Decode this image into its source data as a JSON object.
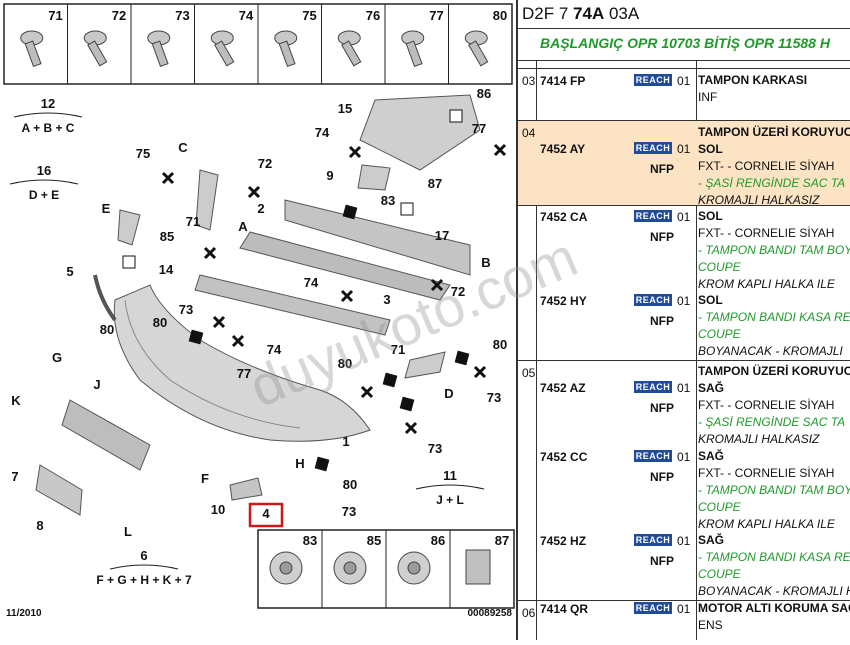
{
  "header": {
    "prefix": "D2F 7 ",
    "code_bold": "74A",
    "suffix": " 03A"
  },
  "range_text": "BAŞLANGIÇ OPR 10703 BİTİŞ OPR 11588 H",
  "watermark": "duyukoto.com",
  "diagram": {
    "top_strip": [
      "71",
      "72",
      "73",
      "74",
      "75",
      "76",
      "77",
      "80"
    ],
    "bottom_strip": [
      "83",
      "85",
      "86",
      "87"
    ],
    "sets": [
      {
        "num": "12",
        "formula": "A + B + C"
      },
      {
        "num": "16",
        "formula": "D + E"
      },
      {
        "num": "11",
        "formula": "J + L"
      },
      {
        "num": "6",
        "formula": "F + G + H + K + 7"
      }
    ],
    "callouts": [
      "86",
      "15",
      "74",
      "77",
      "75",
      "C",
      "72",
      "9",
      "87",
      "83",
      "E",
      "71",
      "2",
      "85",
      "A",
      "17",
      "5",
      "14",
      "B",
      "74",
      "72",
      "73",
      "80",
      "3",
      "74",
      "71",
      "G",
      "80",
      "77",
      "80",
      "80",
      "D",
      "73",
      "73",
      "J",
      "K",
      "1",
      "80",
      "73",
      "F",
      "7",
      "L",
      "10",
      "8",
      "H",
      "4"
    ],
    "highlighted": "4",
    "date": "11/2010",
    "doc_number": "00089258"
  },
  "groups": [
    {
      "num": "03",
      "rows": [
        {
          "ref": "7414 FP",
          "reach": "REACH",
          "qty": "01",
          "nfp": "",
          "lines": [
            {
              "t": "TAMPON KARKASI",
              "s": "t"
            },
            {
              "t": "INF",
              "s": ""
            }
          ]
        }
      ]
    },
    {
      "num": "04",
      "highlight": true,
      "rows": [
        {
          "ref": "7452 AY",
          "reach": "REACH",
          "qty": "01",
          "nfp": "NFP",
          "lines": [
            {
              "t": "TAMPON ÜZERİ KORUYUC",
              "s": "t"
            },
            {
              "t": "SOL",
              "s": "t"
            },
            {
              "t": "FXT- - CORNELIE SİYAH",
              "s": ""
            },
            {
              "t": "- ŞASİ RENGİNDE SAC TA",
              "s": "g"
            },
            {
              "t": "KROMAJLI HALKASIZ",
              "s": "k"
            }
          ]
        }
      ]
    },
    {
      "num": "",
      "rows": [
        {
          "ref": "7452 CA",
          "reach": "REACH",
          "qty": "01",
          "nfp": "NFP",
          "lines": [
            {
              "t": "SOL",
              "s": "t"
            },
            {
              "t": "FXT- - CORNELIE SİYAH",
              "s": ""
            },
            {
              "t": "- TAMPON BANDI TAM BOY",
              "s": "g"
            },
            {
              "t": "COUPE",
              "s": "g"
            },
            {
              "t": "KROM KAPLI HALKA ILE",
              "s": "k"
            }
          ]
        },
        {
          "ref": "7452 HY",
          "reach": "REACH",
          "qty": "01",
          "nfp": "NFP",
          "lines": [
            {
              "t": "SOL",
              "s": "t"
            },
            {
              "t": "- TAMPON BANDI KASA RE",
              "s": "g"
            },
            {
              "t": "COUPE",
              "s": "g"
            },
            {
              "t": "BOYANACAK - KROMAJLI",
              "s": "k"
            }
          ]
        }
      ]
    },
    {
      "num": "05",
      "rows": [
        {
          "ref": "7452 AZ",
          "reach": "REACH",
          "qty": "01",
          "nfp": "NFP",
          "lines": [
            {
              "t": "TAMPON ÜZERİ KORUYUC",
              "s": "t"
            },
            {
              "t": "SAĞ",
              "s": "t"
            },
            {
              "t": "FXT- - CORNELIE SİYAH",
              "s": ""
            },
            {
              "t": "- ŞASİ RENGİNDE SAC TA",
              "s": "g"
            },
            {
              "t": "KROMAJLI HALKASIZ",
              "s": "k"
            }
          ]
        },
        {
          "ref": "7452 CC",
          "reach": "REACH",
          "qty": "01",
          "nfp": "NFP",
          "lines": [
            {
              "t": "SAĞ",
              "s": "t"
            },
            {
              "t": "FXT- - CORNELIE SİYAH",
              "s": ""
            },
            {
              "t": "- TAMPON BANDI TAM BOY",
              "s": "g"
            },
            {
              "t": "COUPE",
              "s": "g"
            },
            {
              "t": "KROM KAPLI HALKA ILE",
              "s": "k"
            }
          ]
        },
        {
          "ref": "7452 HZ",
          "reach": "REACH",
          "qty": "01",
          "nfp": "NFP",
          "lines": [
            {
              "t": "SAĞ",
              "s": "t"
            },
            {
              "t": "- TAMPON BANDI KASA RE",
              "s": "g"
            },
            {
              "t": "COUPE",
              "s": "g"
            },
            {
              "t": "BOYANACAK - KROMAJLI H",
              "s": "k"
            }
          ]
        }
      ]
    },
    {
      "num": "06",
      "rows": [
        {
          "ref": "7414 QR",
          "reach": "REACH",
          "qty": "01",
          "nfp": "",
          "lines": [
            {
              "t": "MOTOR ALTI KORUMA SAC",
              "s": "t"
            },
            {
              "t": "ENS",
              "s": ""
            }
          ]
        }
      ]
    }
  ]
}
